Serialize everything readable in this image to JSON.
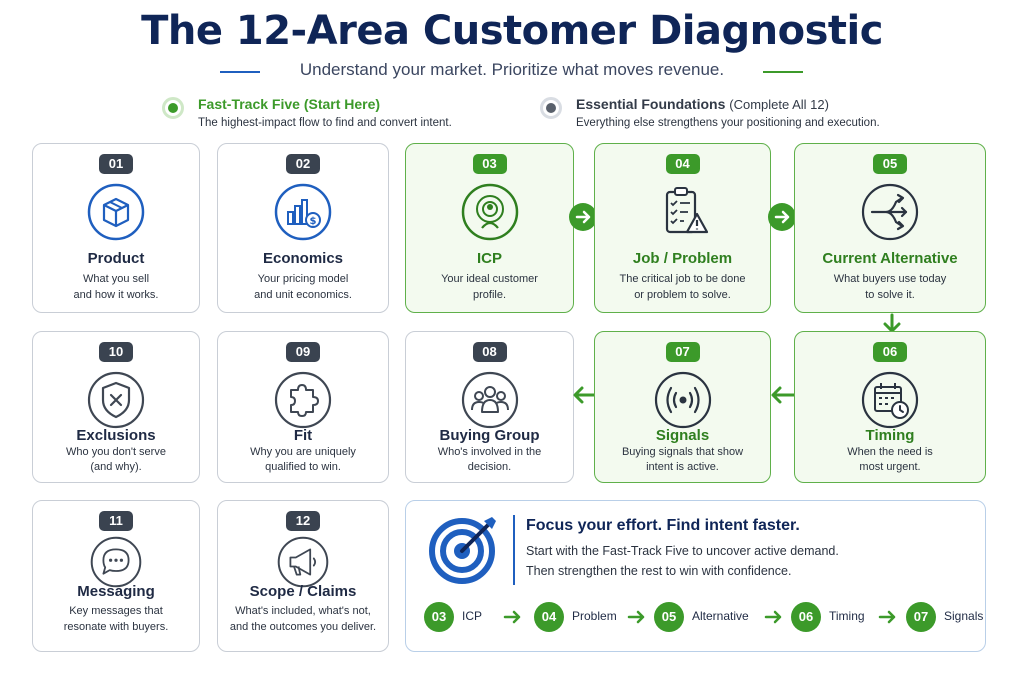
{
  "header": {
    "title": "The 12-Area Customer Diagnostic",
    "subtitle": "Understand your market. Prioritize what moves revenue."
  },
  "legend": {
    "fast_track": {
      "title": "Fast-Track Five (Start Here)",
      "desc": "The highest-impact flow to find and convert intent."
    },
    "foundations": {
      "title": "Essential Foundations",
      "title_note": "(Complete All 12)",
      "desc": "Everything else strengthens your positioning and execution."
    }
  },
  "cards": [
    {
      "num": "01",
      "title": "Product",
      "desc1": "What you sell",
      "desc2": "and how it works.",
      "icon": "box-icon",
      "fast_track": false
    },
    {
      "num": "02",
      "title": "Economics",
      "desc1": "Your pricing model",
      "desc2": "and unit economics.",
      "icon": "bar-chart-dollar-icon",
      "fast_track": false
    },
    {
      "num": "03",
      "title": "ICP",
      "desc1": "Your ideal customer",
      "desc2": "profile.",
      "icon": "target-person-icon",
      "fast_track": true
    },
    {
      "num": "04",
      "title": "Job / Problem",
      "desc1": "The critical job to be done",
      "desc2": "or problem to solve.",
      "icon": "clipboard-warning-icon",
      "fast_track": true
    },
    {
      "num": "05",
      "title": "Current Alternative",
      "desc1": "What buyers use today",
      "desc2": "to solve it.",
      "icon": "split-arrows-icon",
      "fast_track": true
    },
    {
      "num": "06",
      "title": "Timing",
      "desc1": "When the need is",
      "desc2": "most urgent.",
      "icon": "calendar-clock-icon",
      "fast_track": true
    },
    {
      "num": "07",
      "title": "Signals",
      "desc1": "Buying signals that show",
      "desc2": "intent is active.",
      "icon": "broadcast-icon",
      "fast_track": true
    },
    {
      "num": "08",
      "title": "Buying Group",
      "desc1": "Who's involved in the",
      "desc2": "decision.",
      "icon": "group-icon",
      "fast_track": false
    },
    {
      "num": "09",
      "title": "Fit",
      "desc1": "Why you are uniquely",
      "desc2": "qualified to win.",
      "icon": "puzzle-icon",
      "fast_track": false
    },
    {
      "num": "10",
      "title": "Exclusions",
      "desc1": "Who you don't serve",
      "desc2": "(and why).",
      "icon": "shield-x-icon",
      "fast_track": false
    },
    {
      "num": "11",
      "title": "Messaging",
      "desc1": "Key messages that",
      "desc2": "resonate with buyers.",
      "icon": "chat-bubble-icon",
      "fast_track": false
    },
    {
      "num": "12",
      "title": "Scope / Claims",
      "desc1": "What's included, what's not,",
      "desc2": "and the outcomes you deliver.",
      "icon": "megaphone-icon",
      "fast_track": false
    }
  ],
  "focus": {
    "title": "Focus your effort. Find intent faster.",
    "line1": "Start with the Fast-Track Five to uncover active demand.",
    "line2": "Then strengthen the rest to win with confidence.",
    "flow": [
      {
        "num": "03",
        "label": "ICP"
      },
      {
        "num": "04",
        "label": "Problem"
      },
      {
        "num": "05",
        "label": "Alternative"
      },
      {
        "num": "06",
        "label": "Timing"
      },
      {
        "num": "07",
        "label": "Signals"
      }
    ]
  },
  "colors": {
    "navy": "#0f2557",
    "green": "#3c9a2a",
    "gray_badge": "#3a4350",
    "blue_icon": "#1f5fbf",
    "gray_icon": "#3f4753"
  }
}
